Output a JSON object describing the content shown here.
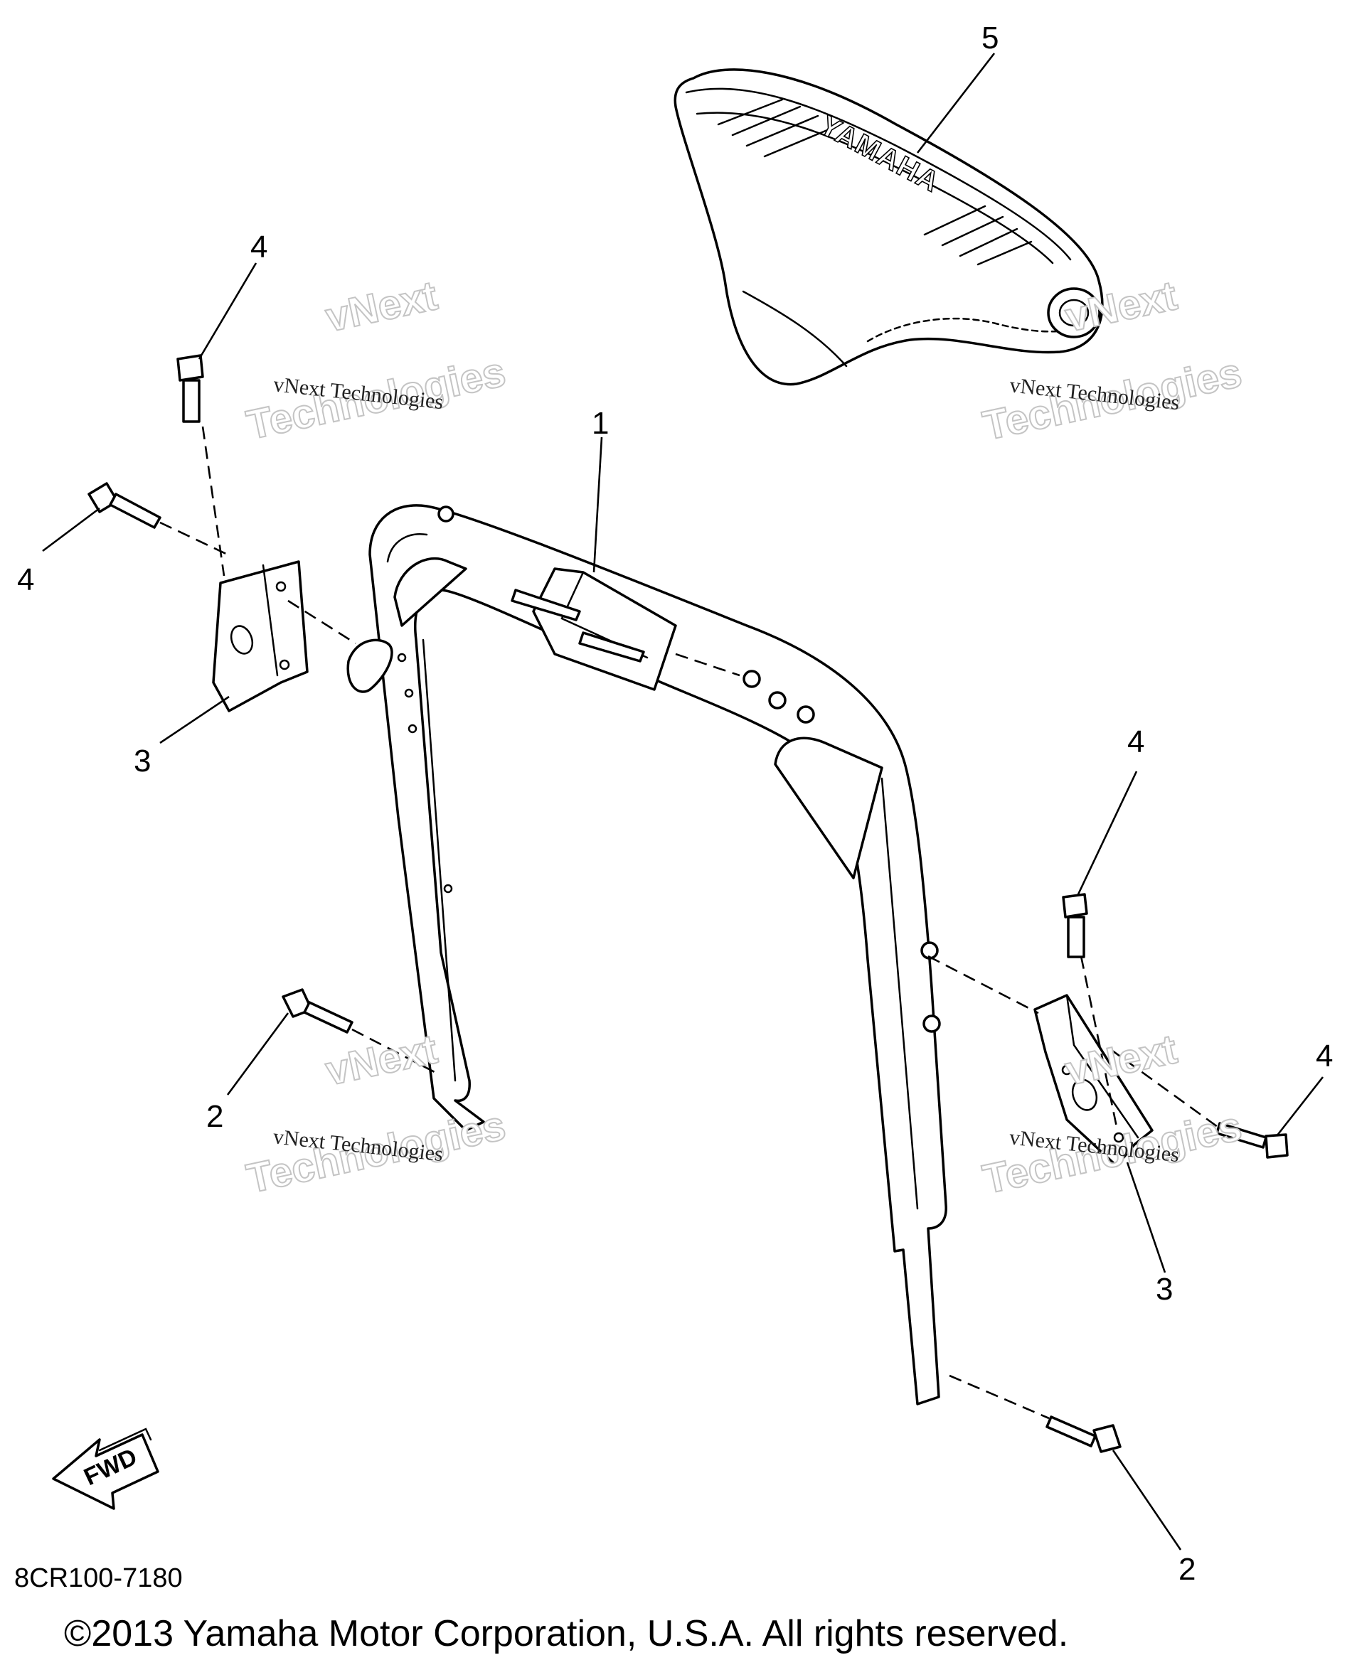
{
  "diagram": {
    "callouts": [
      {
        "id": "c1",
        "text": "1"
      },
      {
        "id": "c2a",
        "text": "2"
      },
      {
        "id": "c2b",
        "text": "2"
      },
      {
        "id": "c3a",
        "text": "3"
      },
      {
        "id": "c3b",
        "text": "3"
      },
      {
        "id": "c4a",
        "text": "4"
      },
      {
        "id": "c4b",
        "text": "4"
      },
      {
        "id": "c4c",
        "text": "4"
      },
      {
        "id": "c4d",
        "text": "4"
      },
      {
        "id": "c5",
        "text": "5"
      }
    ],
    "seat_logo": "YAMAHA",
    "fwd_label": "FWD",
    "diagram_code": "8CR100-7180",
    "copyright": "©2013 Yamaha Motor Corporation, U.S.A. All rights reserved.",
    "watermark": {
      "line1": "vNext",
      "line2": "Technologies",
      "small": "vNext Technologies"
    }
  }
}
